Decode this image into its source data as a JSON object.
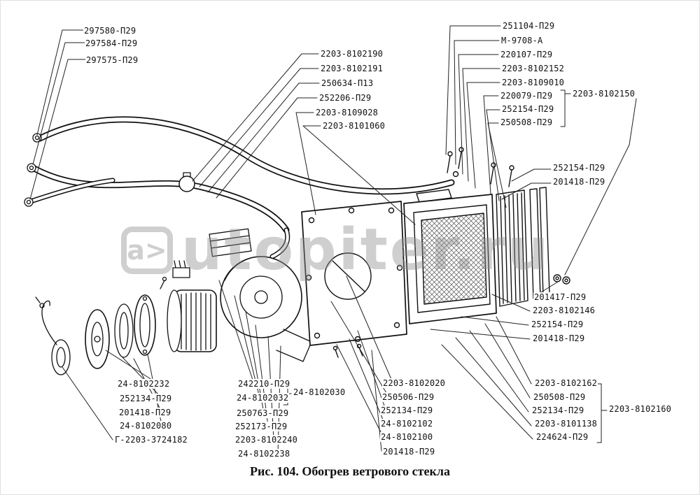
{
  "figure": {
    "caption": "Рис. 104. Обогрев ветрового стекла"
  },
  "watermark": {
    "logo": "а>",
    "text": "utopiter.ru"
  },
  "labels": [
    "297580-П29",
    "297584-П29",
    "297575-П29",
    "2203-8102190",
    "2203-8102191",
    "250634-П13",
    "252206-П29",
    "2203-8109028",
    "2203-8101060",
    "251104-П29",
    "М-9708-А",
    "220107-П29",
    "2203-8102152",
    "2203-8109010",
    "220079-П29",
    "2203-8102150",
    "252154-П29",
    "250508-П29",
    "252154-П29",
    "201418-П29",
    "201417-П29",
    "2203-8102146",
    "252154-П29",
    "201418-П29",
    "2203-8102162",
    "250508-П29",
    "252134-П29",
    "2203-8102160",
    "2203-8101138",
    "224624-П29",
    "2203-8102020",
    "250506-П29",
    "252134-П29",
    "24-8102102",
    "24-8102100",
    "201418-П29",
    "242210-П29",
    "24-8102032",
    "24-8102030",
    "250763-П29",
    "252173-П29",
    "2203-8102240",
    "24-8102238",
    "24-8102232",
    "252134-П29",
    "201418-П29",
    "24-8102080",
    "Г-2203-3724182"
  ]
}
